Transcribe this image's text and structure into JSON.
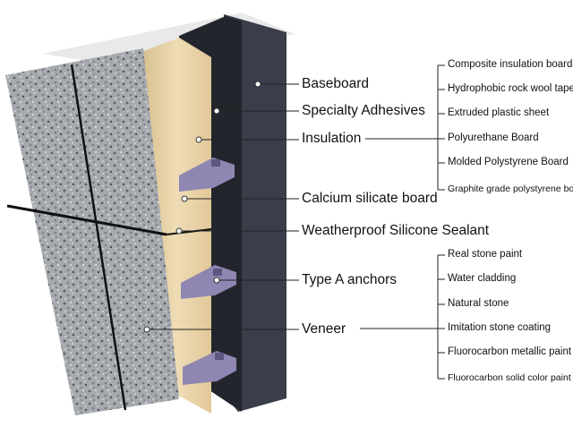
{
  "diagram": {
    "layers": [
      {
        "key": "baseboard",
        "label": "Baseboard"
      },
      {
        "key": "adhesives",
        "label": "Specialty Adhesives"
      },
      {
        "key": "insulation",
        "label": "Insulation"
      },
      {
        "key": "calcium",
        "label": "Calcium silicate board"
      },
      {
        "key": "sealant",
        "label": "Weatherproof Silicone Sealant"
      },
      {
        "key": "anchors",
        "label": "Type A anchors"
      },
      {
        "key": "veneer",
        "label": "Veneer"
      }
    ],
    "insulation_options": [
      "Composite insulation board",
      "Hydrophobic rock wool tape",
      "Extruded plastic sheet",
      "Polyurethane Board",
      "Molded Polystyrene Board",
      "Graphite grade polystyrene board"
    ],
    "veneer_options": [
      "Real stone paint",
      "Water cladding",
      "Natural stone",
      "Imitation stone coating",
      "Fluorocarbon metallic paint",
      "Fluorocarbon solid color paint"
    ],
    "colors": {
      "baseboard": "#3a3d4a",
      "insulation": "#e8d2a8",
      "veneer": "#8d9196",
      "anchor": "#8f86b2"
    }
  }
}
